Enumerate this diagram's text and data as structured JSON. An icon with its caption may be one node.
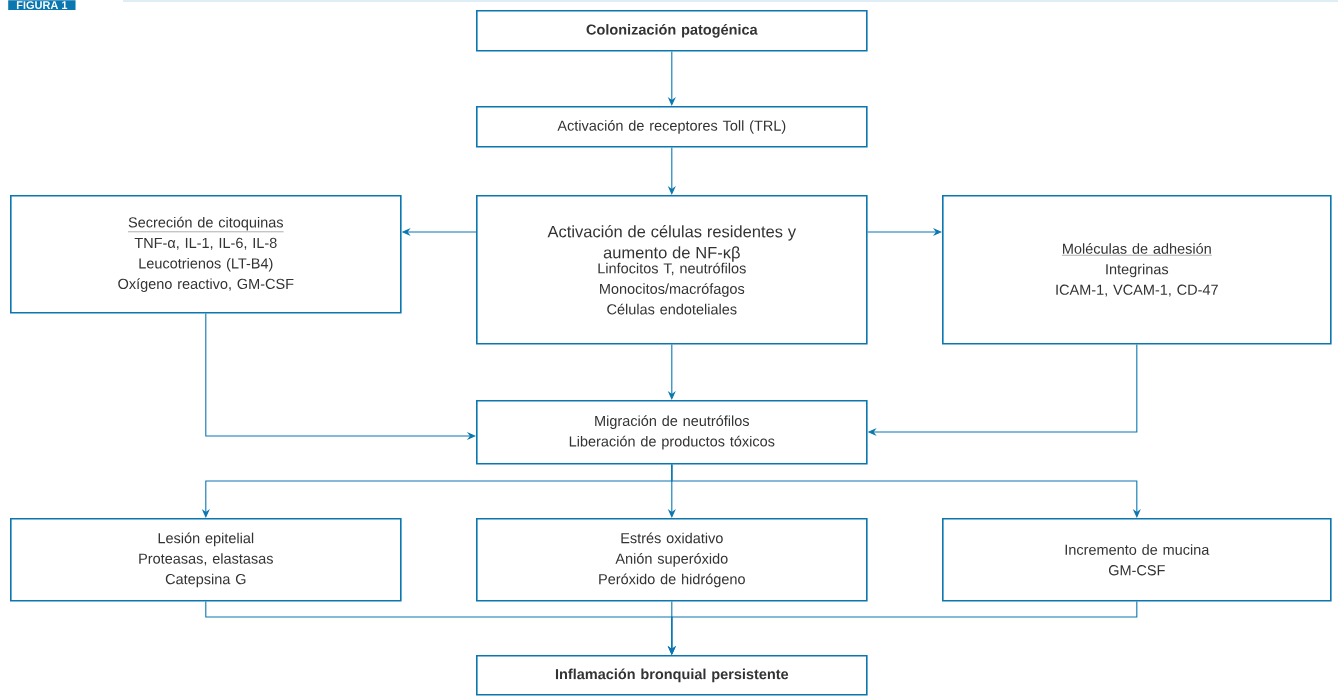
{
  "diagram": {
    "nodes": [
      {
        "text": [
          "Colonización patogénica"
        ]
      },
      {
        "text": [
          "Activación de receptores Toll (TRL)"
        ]
      },
      {
        "text": [
          "Secreción de citoquinas",
          "TNF-α, IL-1, IL-6, IL-8",
          "Leucotrienos (LT-B4)",
          "Oxígeno reactivo, GM-CSF"
        ]
      },
      {
        "text": [
          "Activación de células residentes y aumento de NF-κβ",
          "Linfocitos T, neutrófilos",
          "Monocitos/macrófagos",
          "Células endoteliales"
        ]
      },
      {
        "text": [
          "Moléculas de adhesión",
          "Integrinas",
          "ICAM-1, VCAM-1, CD-47"
        ]
      },
      {
        "text": [
          "Migración de neutrófilos",
          "Liberación de productos tóxicos"
        ]
      },
      {
        "text": [
          "Lesión epitelial",
          "Proteasas, elastasas",
          "Catepsina G"
        ]
      },
      {
        "text": [
          "Estrés oxidativo",
          "Anión superóxido",
          "Peróxido de hidrógeno"
        ]
      },
      {
        "text": [
          "Incremento de mucina",
          "GM-CSF"
        ]
      },
      {
        "text": [
          "Inflamación bronquial persistente"
        ]
      }
    ],
    "edges": [
      {
        "from": 0,
        "to": 1,
        "arrow": "to"
      },
      {
        "from": 1,
        "to": 3,
        "arrow": "to"
      },
      {
        "from": 3,
        "to": 2,
        "arrow": "to"
      },
      {
        "from": 3,
        "to": 4,
        "arrow": "to"
      },
      {
        "from": 3,
        "to": 5,
        "arrow": "to"
      },
      {
        "from": 2,
        "to": 5,
        "arrow": "to"
      },
      {
        "from": 4,
        "to": 5,
        "arrow": "to"
      },
      {
        "from": 5,
        "to": 6,
        "arrow": "to"
      },
      {
        "from": 5,
        "to": 7,
        "arrow": "to"
      },
      {
        "from": 5,
        "to": 8,
        "arrow": "to"
      },
      {
        "from": 6,
        "to": 9,
        "arrow": "to"
      },
      {
        "from": 7,
        "to": 9,
        "arrow": "to"
      },
      {
        "from": 8,
        "to": 9,
        "arrow": "to"
      }
    ],
    "labels": [
      "FIGURA 1"
    ]
  }
}
